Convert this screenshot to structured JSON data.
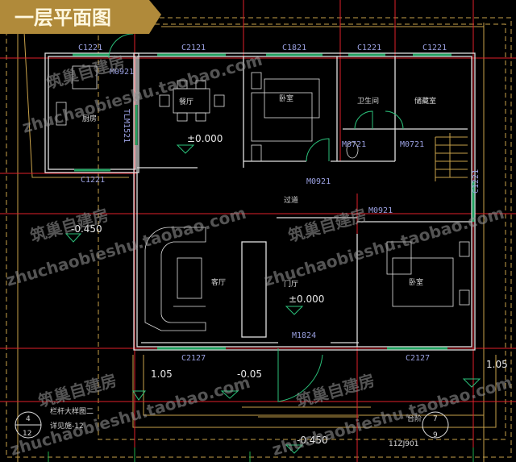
{
  "title": "一层平面图",
  "colors": {
    "banner": "#b08a3a",
    "axis": "#e0202a",
    "wall": "#e0e0e0",
    "window": "#22a060",
    "code_text": "#9aa0e0"
  },
  "rooms": {
    "kitchen": "厨房",
    "dining": "餐厅",
    "bedroom1": "卧室",
    "bathroom": "卫生间",
    "storage": "储藏室",
    "corridor": "过道",
    "living": "客厅",
    "foyer": "门厅",
    "bedroom2": "卧室",
    "steps": "台阶"
  },
  "openings": {
    "kitchen_window_top": "C1221",
    "kitchen_door": "M0921",
    "dining_window": "C2121",
    "sliding_door": "TLM1521",
    "bedroom1_window": "C1821",
    "bath_window": "C1221",
    "storage_window": "C1221",
    "bath_door": "M0721",
    "storage_door": "M0721",
    "bedroom1_door": "M0921",
    "bedroom2_door": "M0921",
    "east_window": "C1221",
    "kitchen_window_bottom": "C1221",
    "entry_door": "M1824",
    "living_window": "C2127",
    "bedroom2_window": "C2127"
  },
  "levels": {
    "dining": "±0.000",
    "foyer": "±0.000",
    "west_yard": "-0.450",
    "terrace_left": "1.05",
    "terrace_mid": "-0.05",
    "terrace_right": "1.05",
    "ground": "-0.450"
  },
  "callouts": {
    "left": {
      "top": "4",
      "bottom": "12",
      "line1": "栏杆大样图二",
      "line2": "详见施-12"
    },
    "right": {
      "top": "7",
      "bottom": "9",
      "ref": "11ZJ901"
    }
  },
  "watermark": {
    "cn": "筑巢自建房",
    "url": "zhuchaobieshu.taobao.com"
  }
}
